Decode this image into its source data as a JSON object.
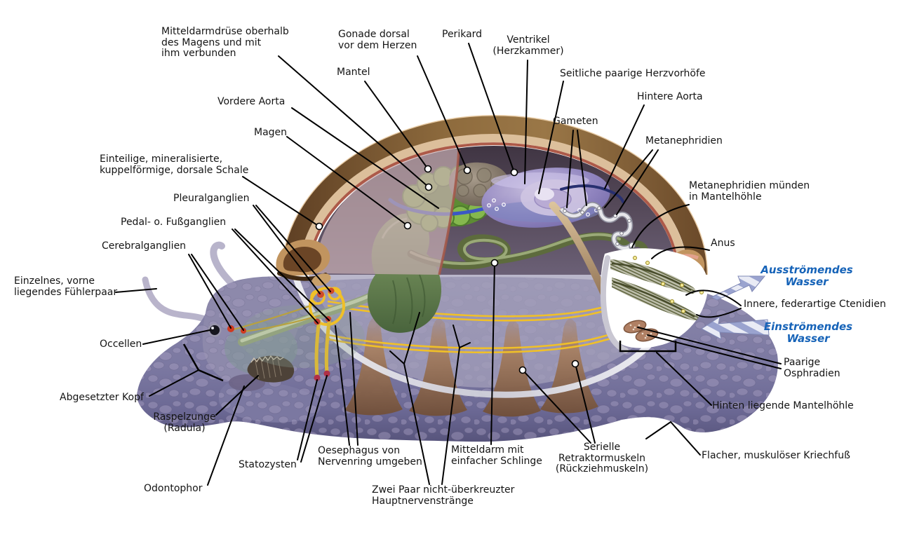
{
  "figure": {
    "subject": "Schematischer Querschnitt eines hypothetischen Ur-Weichtiers (Mollusk) mit beschrifteten Organen"
  },
  "labels": {
    "mitteldarmdruese": "Mitteldarmdrüse oberhalb\ndes Magens und mit\nihm verbunden",
    "gonade": "Gonade dorsal\nvor dem Herzen",
    "mantel": "Mantel",
    "vordere_aorta": "Vordere Aorta",
    "magen": "Magen",
    "schale": "Einteilige, mineralisierte,\nkuppelförmige, dorsale Schale",
    "pleuralganglien": "Pleuralganglien",
    "pedalganglien": "Pedal- o. Fußganglien",
    "cerebralganglien": "Cerebralganglien",
    "fuehlerpaar": "Einzelnes, vorne\nliegendes Fühlerpaar",
    "occellen": "Occellen",
    "kopf": "Abgesetzter Kopf",
    "raspelzunge": "Raspelzunge\n(Radula)",
    "odontophor": "Odontophor",
    "statozysten": "Statozysten",
    "oesephagus": "Oesephagus von\nNervenring umgeben",
    "zwei_paar": "Zwei Paar nicht-überkreuzter\nHauptnervenstränge",
    "mitteldarm": "Mitteldarm mit\neinfacher Schlinge",
    "retraktormuskeln": "Serielle\nRetraktormuskeln\n(Rückziehmuskeln)",
    "kriechfuss": "Flacher, muskulöser Kriechfuß",
    "mantelhoehle": "Hinten liegende Mantelhöhle",
    "osphradien": "Paarige\nOsphradien",
    "einstroemendes_wasser": "Einströmendes\nWasser",
    "ctenidien": "Innere, federartige Ctenidien",
    "ausstroemendes_wasser": "Ausströmendes\nWasser",
    "anus": "Anus",
    "muenden": "Metanephridien münden\nin Mantelhöhle",
    "metanephridien": "Metanephridien",
    "hintere_aorta": "Hintere Aorta",
    "herzvorhoefe": "Seitliche paarige Herzvorhöfe",
    "ventrikel": "Ventrikel\n(Herzkammer)",
    "perikard": "Perikard",
    "gameten": "Gameten"
  },
  "colors": {
    "label_text": "#141414",
    "water_label": "#1663b8",
    "leader_line": "#000000",
    "shell_outer": "#e6c9a2",
    "shell_brown": "#8f6c3e",
    "shell_inner_band": "#dcbf9b",
    "shell_red_line": "#ad5a49",
    "mantle_sheet_pink": "#c7aeb2",
    "body_blue": "#7b78a1",
    "nerve_yellow": "#f0c028",
    "ganglion_red": "#cf4a2a",
    "gland_green": "#7fb44a",
    "stomach_green": "#5e7a48",
    "intestine_green": "#5d6b3d",
    "pericard_purple": "#9488c5",
    "aorta_blue": "#3b57c5",
    "gonoduct_tan": "#c9a87c",
    "metanephridia_white": "#e6e6ea",
    "muscle_brown": "#9c7358",
    "water_arrow_stripe": "#9aa3cf"
  }
}
